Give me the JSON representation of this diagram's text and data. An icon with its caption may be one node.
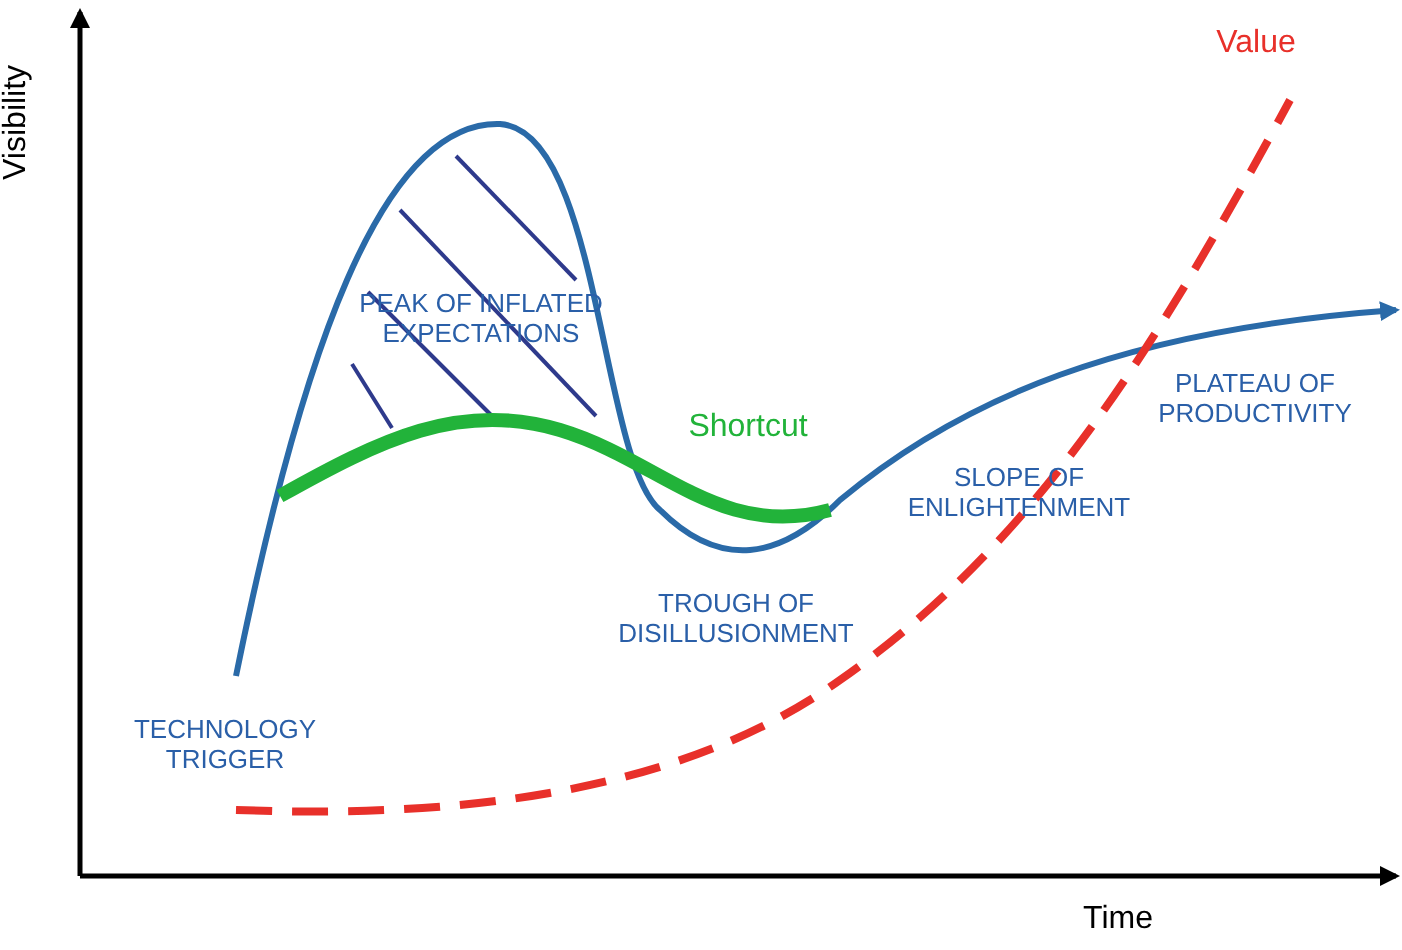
{
  "diagram": {
    "labels": [
      "Visibility",
      "Value",
      "PEAK OF INFLATED EXPECTATIONS",
      "Shortcut",
      "PLATEAU OF PRODUCTIVITY",
      "SLOPE OF ENLIGHTENMENT",
      "TROUGH OF DISILLUSIONMENT",
      "TECHNOLOGY TRIGGER",
      "Time"
    ]
  }
}
